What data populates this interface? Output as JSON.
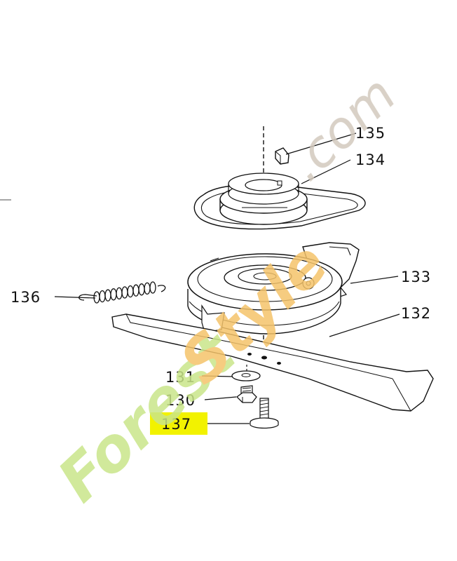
{
  "diagram": {
    "parts": [
      {
        "id": "135",
        "label": "135"
      },
      {
        "id": "134",
        "label": "134"
      },
      {
        "id": "133",
        "label": "133"
      },
      {
        "id": "132",
        "label": "132"
      },
      {
        "id": "136",
        "label": "136"
      },
      {
        "id": "131",
        "label": "131"
      },
      {
        "id": "130",
        "label": "130"
      },
      {
        "id": "137",
        "label": "137",
        "highlighted": true
      }
    ],
    "highlight_color": "#f2f200"
  },
  "watermark": {
    "text_a": "Forest",
    "text_b": "Style",
    "text_c": ".com",
    "color_green": "#c9e68a",
    "color_orange": "#f5c36a",
    "color_gray": "#d2c9bd"
  }
}
